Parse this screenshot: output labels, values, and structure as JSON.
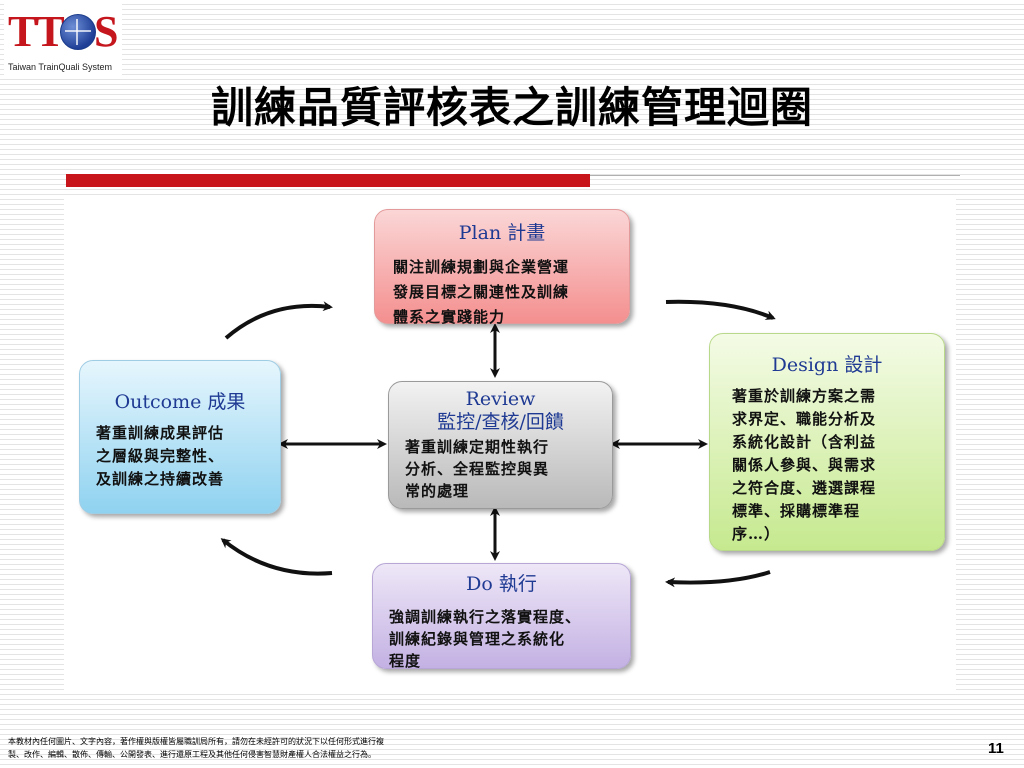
{
  "logo": {
    "text": "Taiwan TrainQuali System"
  },
  "title": "訓練品質評核表之訓練管理迴圈",
  "nodes": {
    "plan": {
      "heading": "Plan 計畫",
      "body": [
        "關注訓練規劃與企業營運",
        "發展目標之關連性及訓練",
        "體系之實踐能力"
      ]
    },
    "design": {
      "heading": "Design 設計",
      "body": [
        "著重於訓練方案之需",
        "求界定、職能分析及",
        "系統化設計（含利益",
        "關係人參與、與需求",
        "之符合度、遴選課程",
        "標準、採購標準程",
        "序…）"
      ]
    },
    "outcome": {
      "heading": "Outcome 成果",
      "body": [
        "著重訓練成果評估",
        "之層級與完整性、",
        "及訓練之持續改善"
      ]
    },
    "review": {
      "heading": "Review",
      "subheading": "監控/查核/回饋",
      "body": [
        "著重訓練定期性執行",
        "分析、全程監控與異",
        "常的處理"
      ]
    },
    "do": {
      "heading": "Do 執行",
      "body": [
        "強調訓練執行之落實程度、",
        "訓練紀錄與管理之系統化",
        "程度"
      ]
    }
  },
  "footer": {
    "line1": "本教材內任何圖片、文字內容，著作權與版權皆屬職訓局所有，請勿在未經許可的狀況下以任何形式進行複",
    "line2": "製、改作、編輯、散佈、傳輸、公開發表、進行還原工程及其他任何侵害智慧財產權人合法權益之行為。"
  },
  "page_number": "11",
  "colors": {
    "accent_red": "#c8141b",
    "heading_blue": "#1f3a93"
  }
}
